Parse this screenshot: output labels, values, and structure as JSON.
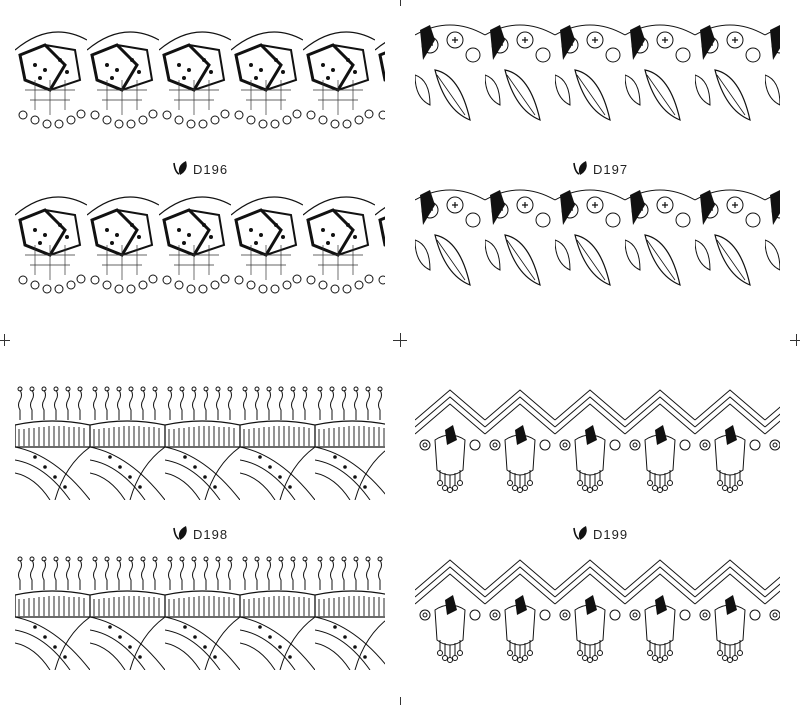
{
  "designs": [
    {
      "code": "D196",
      "icon": "leaf-logo-icon"
    },
    {
      "code": "D197",
      "icon": "leaf-logo-icon"
    },
    {
      "code": "D198",
      "icon": "leaf-logo-icon"
    },
    {
      "code": "D199",
      "icon": "leaf-logo-icon"
    }
  ]
}
